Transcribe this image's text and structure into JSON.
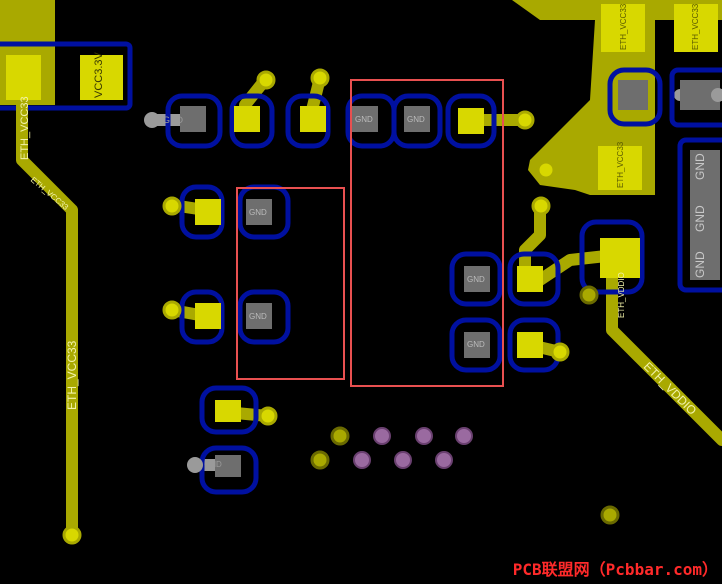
{
  "colors": {
    "background": "#000000",
    "copper": "#a9a900",
    "copper_light": "#d8d800",
    "keepout": "#0010a0",
    "pad_gray": "#6e6e6e",
    "via_gray": "#9a9a9a",
    "via_purple": "#9a6aa0",
    "selection": "#e85050"
  },
  "labels": {
    "eth_vcc33_left_vertical": "ETH_VCC33",
    "vcc33_left_pad": "VCC3.3V",
    "eth_vcc33_diag": "ETH_VCC33",
    "eth_vcc33_long": "ETH_VCC33",
    "eth_vddio": "ETH_VDDIO",
    "eth_vddio_small": "ETH_VDDIO",
    "eth_vcc33_top_right": "ETH_VCC33",
    "eth_vcc33_top_right2": "ETH_VCC33",
    "eth_vcc33_right_mid": "ETH_VCC33",
    "gnd": "GND",
    "gnd_right_1": "GND",
    "gnd_right_2": "GND",
    "gnd_right_3": "GND"
  },
  "watermark": "PCB联盟网（Pcbbar.com）"
}
